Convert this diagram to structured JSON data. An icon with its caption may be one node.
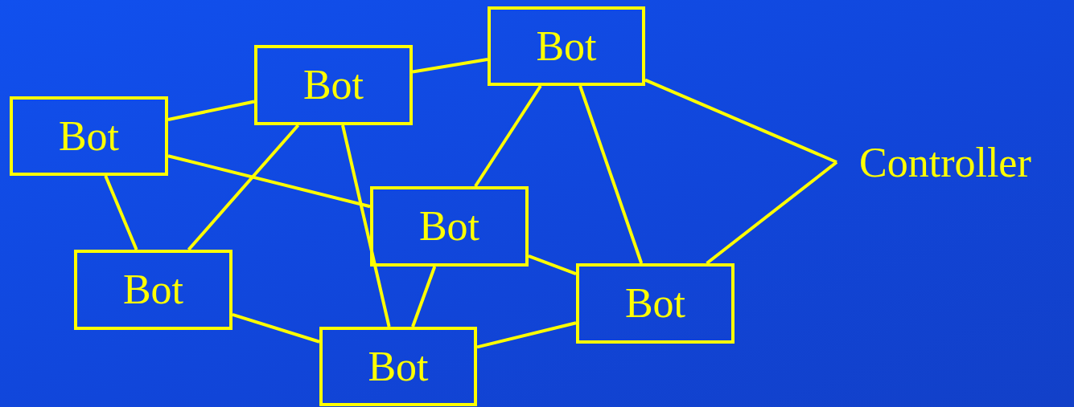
{
  "diagram": {
    "nodes": [
      {
        "text": [
          "Bot"
        ]
      },
      {
        "text": [
          "Bot"
        ]
      },
      {
        "text": [
          "Bot"
        ]
      },
      {
        "text": [
          "Controller"
        ]
      },
      {
        "text": [
          "Bot"
        ]
      },
      {
        "text": [
          "Bot"
        ]
      },
      {
        "text": [
          "Bot"
        ]
      },
      {
        "text": [
          "Bot"
        ]
      }
    ],
    "edges": [
      {
        "from": 2,
        "to": 1,
        "arrow": "none"
      },
      {
        "from": 1,
        "to": 0,
        "arrow": "none"
      },
      {
        "from": 2,
        "to": 4,
        "arrow": "none"
      },
      {
        "from": 2,
        "to": 5,
        "arrow": "none"
      },
      {
        "from": 1,
        "to": 5,
        "arrow": "none"
      },
      {
        "from": 1,
        "to": 7,
        "arrow": "none"
      },
      {
        "from": 0,
        "to": 4,
        "arrow": "none"
      },
      {
        "from": 0,
        "to": 6,
        "arrow": "none"
      },
      {
        "from": 0,
        "to": 3,
        "arrow": "none"
      },
      {
        "from": 6,
        "to": 3,
        "arrow": "none"
      },
      {
        "from": 4,
        "to": 6,
        "arrow": "none"
      },
      {
        "from": 4,
        "to": 7,
        "arrow": "none"
      },
      {
        "from": 5,
        "to": 7,
        "arrow": "none"
      },
      {
        "from": 7,
        "to": 6,
        "arrow": "none"
      }
    ]
  }
}
